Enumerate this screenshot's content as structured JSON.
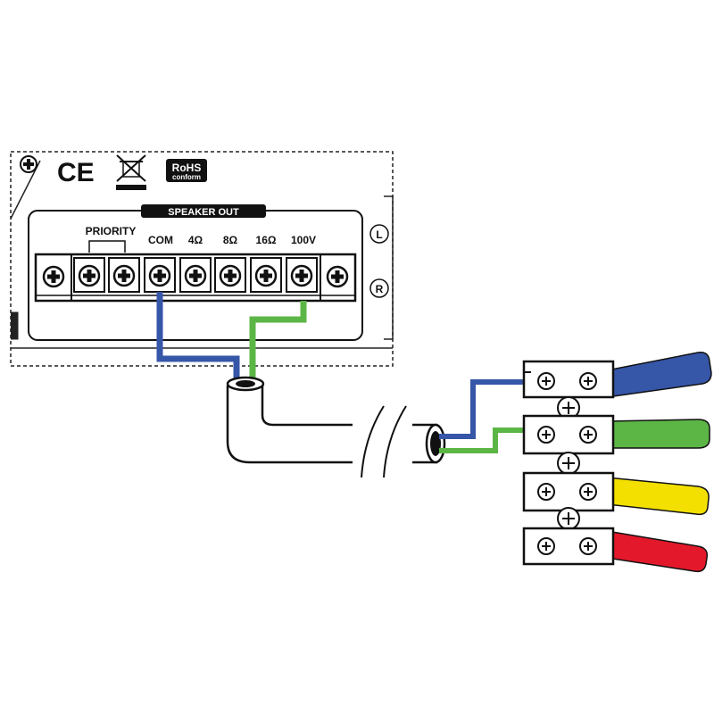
{
  "panel": {
    "section_label": "SPEAKER OUT",
    "priority_label": "PRIORITY",
    "rohs_title": "RoHS",
    "rohs_sub": "conform",
    "ce_mark": "CE",
    "terminals": {
      "com": "COM",
      "t4": "4Ω",
      "t8": "8Ω",
      "t16": "16Ω",
      "t100": "100V"
    },
    "side_labels": {
      "left": "L",
      "right": "R"
    }
  },
  "wires": {
    "colors": {
      "blue": "#3656a8",
      "green": "#5cb646",
      "yellow": "#f3e000",
      "red": "#e3192b"
    }
  },
  "icons": [
    "screw-icon",
    "weee-bin-icon",
    "ce-mark-icon",
    "rohs-badge-icon"
  ]
}
